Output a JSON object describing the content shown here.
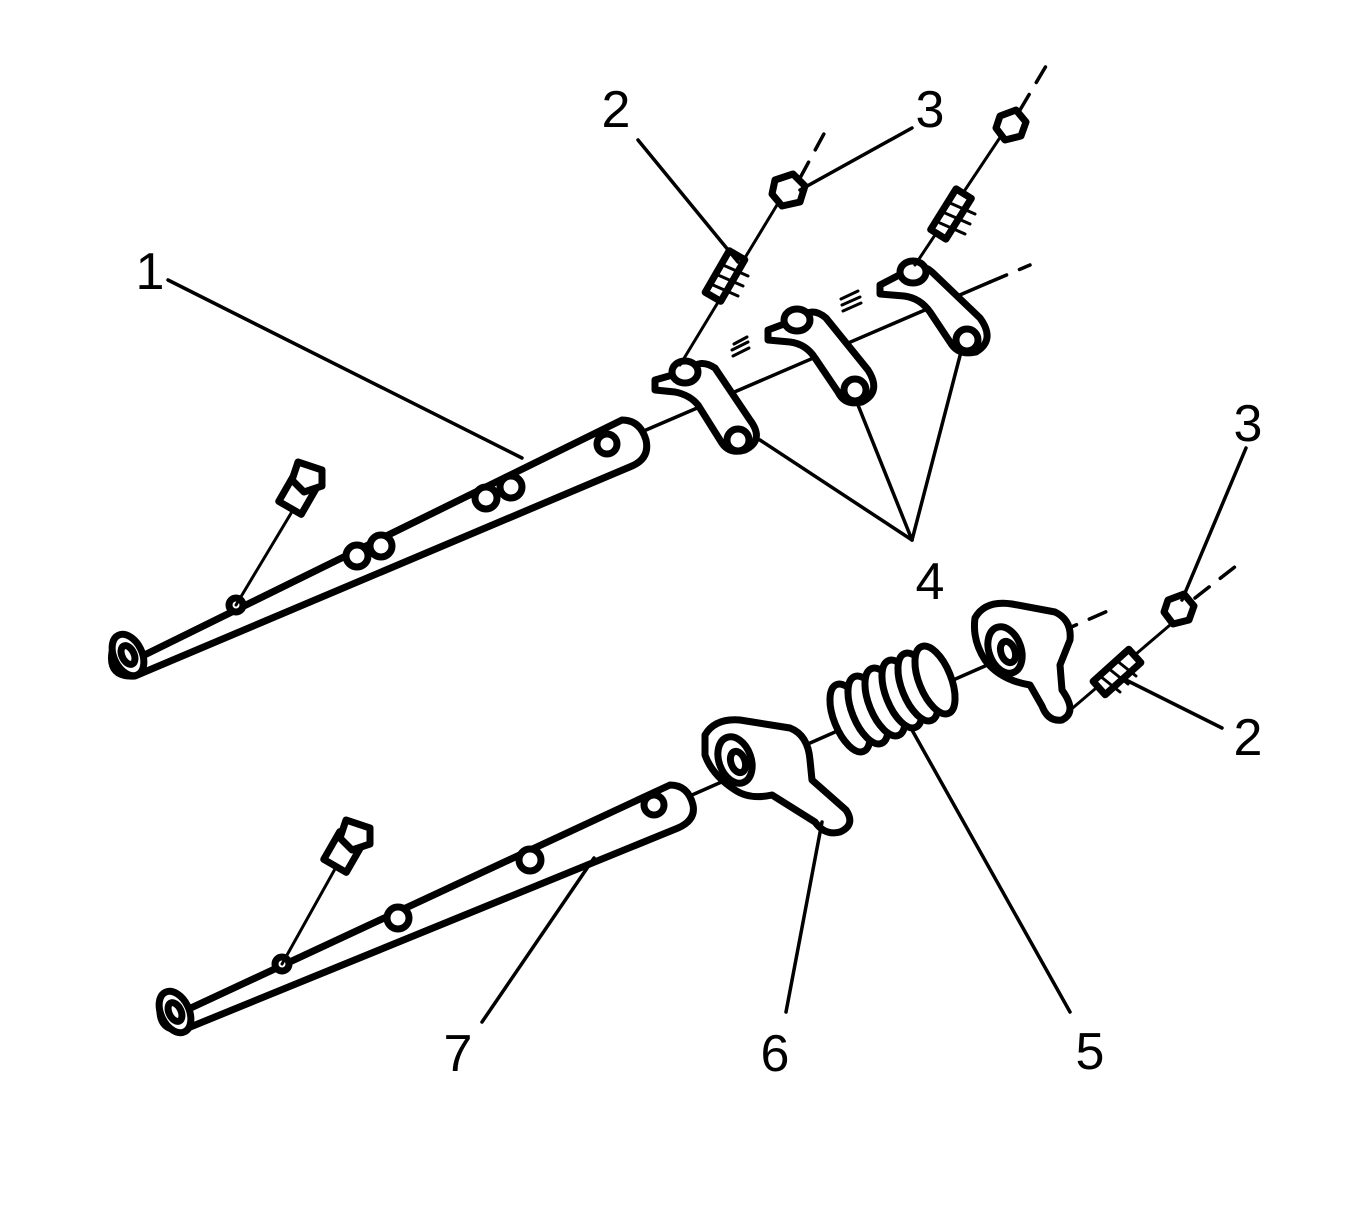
{
  "callouts": [
    {
      "id": "c1",
      "text": "1"
    },
    {
      "id": "c2a",
      "text": "2"
    },
    {
      "id": "c3a",
      "text": "3"
    },
    {
      "id": "c4",
      "text": "4"
    },
    {
      "id": "c3b",
      "text": "3"
    },
    {
      "id": "c2b",
      "text": "2"
    },
    {
      "id": "c5",
      "text": "5"
    },
    {
      "id": "c6",
      "text": "6"
    },
    {
      "id": "c7",
      "text": "7"
    }
  ]
}
